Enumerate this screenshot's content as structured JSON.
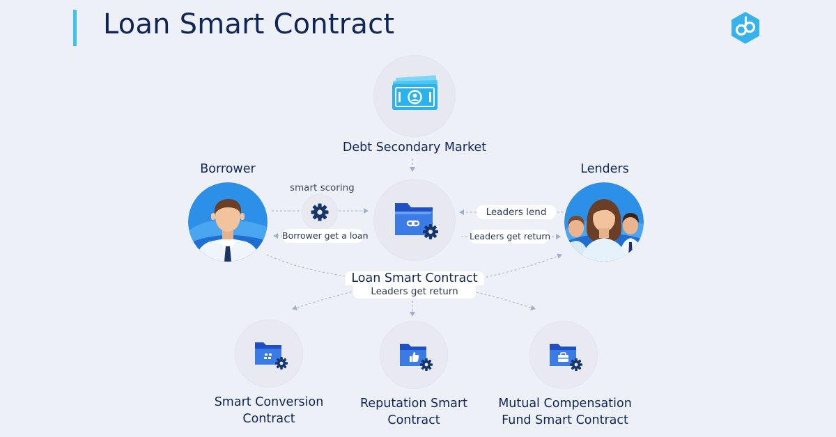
{
  "header": {
    "title": "Loan Smart Contract",
    "logo_icon": "link-chain-logo-icon"
  },
  "colors": {
    "navy": "#0f2555",
    "accent": "#3ec1ee",
    "folder_blue": "#3a7be6",
    "background": "#eef0f8"
  },
  "nodes": {
    "market": {
      "label": "Debt Secondary Market",
      "icon": "banknote-icon"
    },
    "borrower": {
      "label": "Borrower",
      "icon": "man-avatar-icon"
    },
    "lenders": {
      "label": "Lenders",
      "icon": "women-group-avatar-icon"
    },
    "center": {
      "label": "Loan Smart Contract",
      "icon": "folder-link-gear-icon"
    },
    "scoring": {
      "label": "smart scoring",
      "icon": "gear-icon"
    },
    "conversion": {
      "label": "Smart Conversion Contract",
      "line1": "Smart Conversion",
      "line2": "Contract",
      "icon": "folder-grid-gear-icon"
    },
    "reputation": {
      "label": "Reputation Smart Contract",
      "line1": "Reputation Smart",
      "line2": "Contract",
      "icon": "folder-thumbs-up-gear-icon"
    },
    "mutual": {
      "label": "Mutual Compensation Fund Smart Contract",
      "line1": "Mutual Compensation",
      "line2": "Fund Smart Contract",
      "icon": "folder-briefcase-gear-icon"
    }
  },
  "edges": {
    "borrower_get_loan": "Borrower get a loan",
    "leaders_lend": "Leaders lend",
    "leaders_get_return_right": "Leaders get return",
    "leaders_get_return_center": "Leaders get return"
  }
}
